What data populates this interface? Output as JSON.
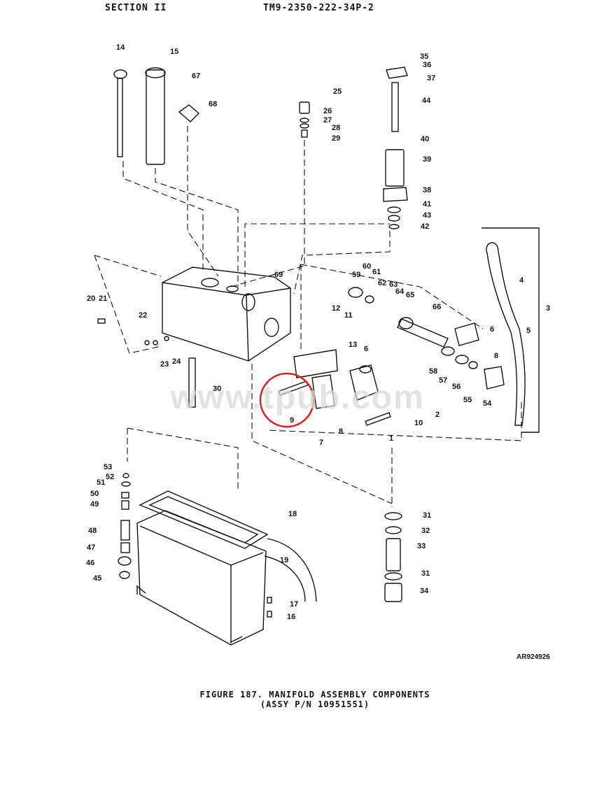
{
  "header": {
    "section": "SECTION II",
    "tm_number": "TM9-2350-222-34P-2"
  },
  "callouts": [
    "1",
    "2",
    "3",
    "4",
    "5",
    "6",
    "6",
    "7",
    "8",
    "8",
    "9",
    "10",
    "11",
    "12",
    "13",
    "14",
    "15",
    "16",
    "17",
    "18",
    "19",
    "20",
    "21",
    "22",
    "23",
    "24",
    "25",
    "26",
    "27",
    "28",
    "29",
    "30",
    "31",
    "31",
    "32",
    "33",
    "34",
    "35",
    "36",
    "37",
    "38",
    "39",
    "40",
    "41",
    "42",
    "43",
    "44",
    "45",
    "46",
    "47",
    "48",
    "49",
    "50",
    "51",
    "52",
    "53",
    "54",
    "55",
    "56",
    "57",
    "58",
    "59",
    "60",
    "61",
    "62",
    "63",
    "64",
    "65",
    "66",
    "67",
    "68",
    "69"
  ],
  "watermark": "www.tpub.com",
  "art_number": "AR924926",
  "caption": {
    "line1": "FIGURE 187.  MANIFOLD ASSEMBLY COMPONENTS",
    "line2": "(ASSY P/N 10951551)"
  },
  "colors": {
    "ink": "#111111",
    "highlight_circle": "#e01b1b",
    "watermark": "#d9d9d9"
  }
}
